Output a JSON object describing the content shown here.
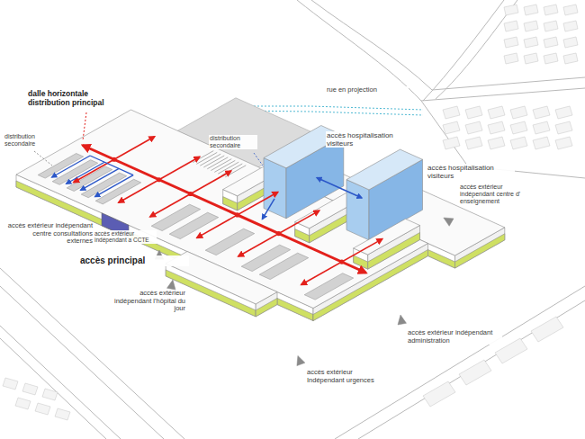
{
  "diagram": {
    "labels": [
      "rue en projection",
      "dalle horizontale distribution principal",
      "distribution secondaire",
      "distribution secondaire",
      "accès hospitalisation visiteurs",
      "accès hospitalisation visiteurs",
      "accès extérieur indépendant centre d' enseignement",
      "accès extérieur indépendant centre consultations externes",
      "accès extérieur indépendant a CCTE",
      "accès principal",
      "accès extérieur indépendant l'hôpital du jour",
      "accès extérieur indépendant administration",
      "accès extérieur Indépendant urgences"
    ]
  }
}
